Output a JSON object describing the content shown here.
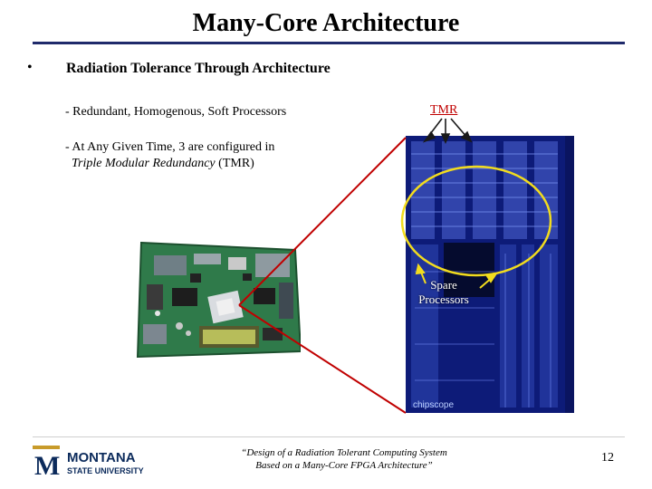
{
  "slide": {
    "title": "Many-Core Architecture",
    "bullet_symbol": "•",
    "heading": "Radiation Tolerance Through Architecture",
    "point1": "- Redundant, Homogenous, Soft Processors",
    "point2_line1": "- At Any Given Time, 3 are configured in",
    "point2_term": "Triple Modular Redundancy",
    "point2_abbr": " (TMR)",
    "tmr_label": "TMR",
    "spare_label_line1": "Spare",
    "spare_label_line2": "Processors",
    "chip_watermark": "chipscope",
    "caption_line1": "“Design of a Radiation Tolerant Computing System",
    "caption_line2": "Based on a Many-Core FPGA Architecture”",
    "page_number": "12"
  },
  "logo": {
    "letter": "M",
    "line1": "MONTANA",
    "line2": "STATE UNIVERSITY"
  },
  "colors": {
    "title_rule": "#1f2a6b",
    "tmr_text": "#c00000",
    "pointer_line": "#c00000",
    "tmr_ellipse": "#f2dc1e",
    "chip_background": "#0d1b78",
    "logo_blue": "#0b2a5b",
    "logo_gold": "#c89b2a"
  }
}
